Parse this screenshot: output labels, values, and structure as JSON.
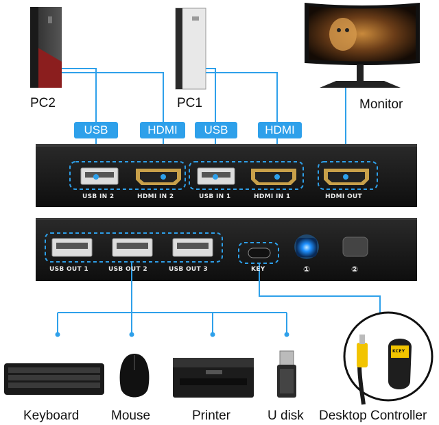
{
  "devices": {
    "pc2": "PC2",
    "pc1": "PC1",
    "monitor": "Monitor",
    "keyboard": "Keyboard",
    "mouse": "Mouse",
    "printer": "Printer",
    "udisk": "U disk",
    "controller": "Desktop Controller"
  },
  "tags": {
    "usb_pc2": "USB",
    "hdmi_pc2": "HDMI",
    "usb_pc1": "USB",
    "hdmi_pc1": "HDMI"
  },
  "ports_back": {
    "usb_in_2": "USB IN 2",
    "hdmi_in_2": "HDMI IN 2",
    "usb_in_1": "USB IN 1",
    "hdmi_in_1": "HDMI IN 1",
    "hdmi_out": "HDMI OUT"
  },
  "ports_front": {
    "usb_out_1": "USB OUT 1",
    "usb_out_2": "USB OUT 2",
    "usb_out_3": "USB OUT 3",
    "key": "KEY",
    "led_1": "①",
    "led_2": "②"
  },
  "controller_logo": "KCEY",
  "colors": {
    "line": "#2ea0ea",
    "unit": "#151515",
    "accent_led": "#1e90ff"
  }
}
